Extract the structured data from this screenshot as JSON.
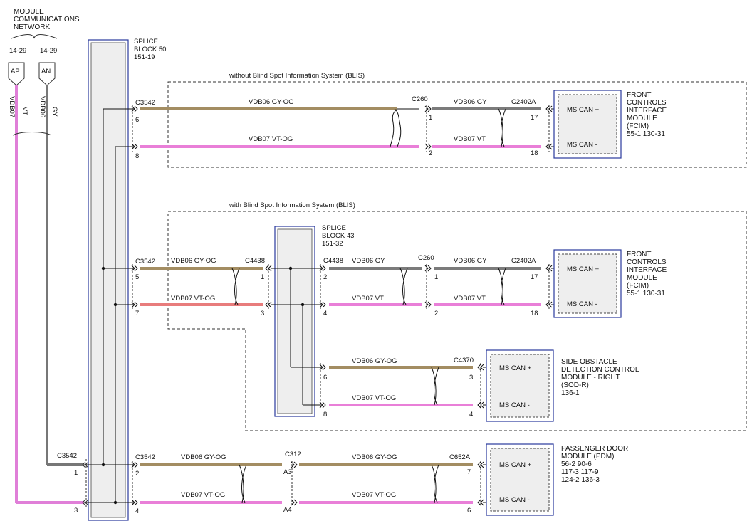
{
  "network": {
    "title_lines": [
      "MODULE",
      "COMMUNICATIONS",
      "NETWORK"
    ],
    "refs": [
      "14-29",
      "14-29"
    ],
    "terminals": [
      "AP",
      "AN"
    ],
    "wires": [
      {
        "circuit": "VDB07",
        "color": "VT",
        "hex": "#e07fd8"
      },
      {
        "circuit": "VDB06",
        "color": "GY",
        "hex": "#777777"
      }
    ]
  },
  "splice50": {
    "lines": [
      "SPLICE",
      "BLOCK 50",
      "151-19"
    ]
  },
  "splice43": {
    "lines": [
      "SPLICE",
      "BLOCK 43",
      "151-32"
    ]
  },
  "sections": {
    "without_blis": "without Blind Spot Information System (BLIS)",
    "with_blis": "with Blind Spot Information System (BLIS)"
  },
  "wire_colors": {
    "gy_og": "#a38d62",
    "vt_og": "#e97fd8",
    "gy": "#7b7b7b",
    "vt": "#e97fd8",
    "vt_og_alt": "#e87c7c"
  },
  "labels": {
    "vdb06_gy_og": "VDB06   GY-OG",
    "vdb07_vt_og": "VDB07   VT-OG",
    "vdb06_gy": "VDB06   GY",
    "vdb07_vt": "VDB07   VT",
    "ms_can_plus": "MS CAN +",
    "ms_can_minus": "MS CAN -"
  },
  "connectors": {
    "c3542": "C3542",
    "c260": "C260",
    "c2402a": "C2402A",
    "c4438": "C4438",
    "c4370": "C4370",
    "c312": "C312",
    "c652a": "C652A"
  },
  "pins": {
    "p6": "6",
    "p8": "8",
    "p1": "1",
    "p2": "2",
    "p17": "17",
    "p18": "18",
    "p5": "5",
    "p7": "7",
    "p3": "3",
    "p4": "4",
    "a3": "A3",
    "a4": "A4"
  },
  "modules": {
    "fcim1": [
      "FRONT",
      "CONTROLS",
      "INTERFACE",
      "MODULE",
      "(FCIM)",
      "55-1     130-31"
    ],
    "fcim2": [
      "FRONT",
      "CONTROLS",
      "INTERFACE",
      "MODULE",
      "(FCIM)",
      "55-1     130-31"
    ],
    "sodr": [
      "SIDE OBSTACLE",
      "DETECTION CONTROL",
      "MODULE - RIGHT",
      "(SOD-R)",
      "136-1"
    ],
    "pdm": [
      "PASSENGER DOOR",
      "MODULE (PDM)",
      "56-2     90-6",
      "117-3    117-9",
      "124-2    136-3"
    ]
  }
}
